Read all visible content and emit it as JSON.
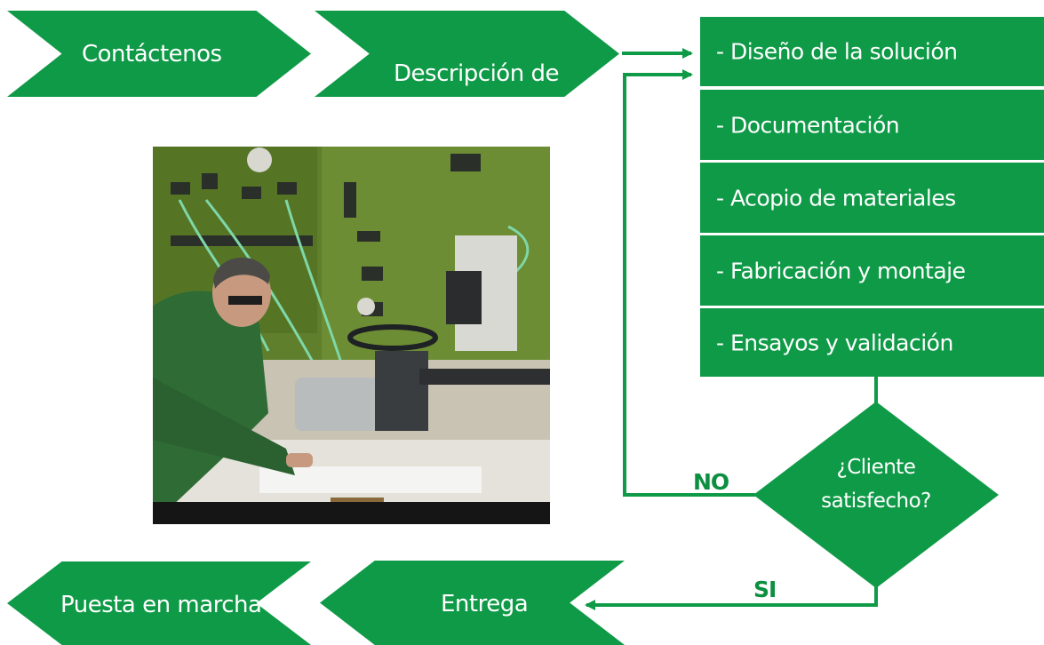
{
  "top_flow": {
    "step1": "Contáctenos",
    "step2": "Descripción de"
  },
  "process_steps": [
    "- Diseño de la solución",
    "- Documentación",
    "- Acopio de materiales",
    "- Fabricación y montaje",
    "- Ensayos y validación"
  ],
  "decision": {
    "line1": "¿Cliente",
    "line2": "satisfecho?",
    "no_label": "NO",
    "yes_label": "SI"
  },
  "bottom_flow": {
    "step1": "Entrega",
    "step2": "Puesta en marcha"
  },
  "colors": {
    "brand_green": "#0f9a47",
    "label_green": "#0d8f40",
    "background": "#ffffff"
  }
}
